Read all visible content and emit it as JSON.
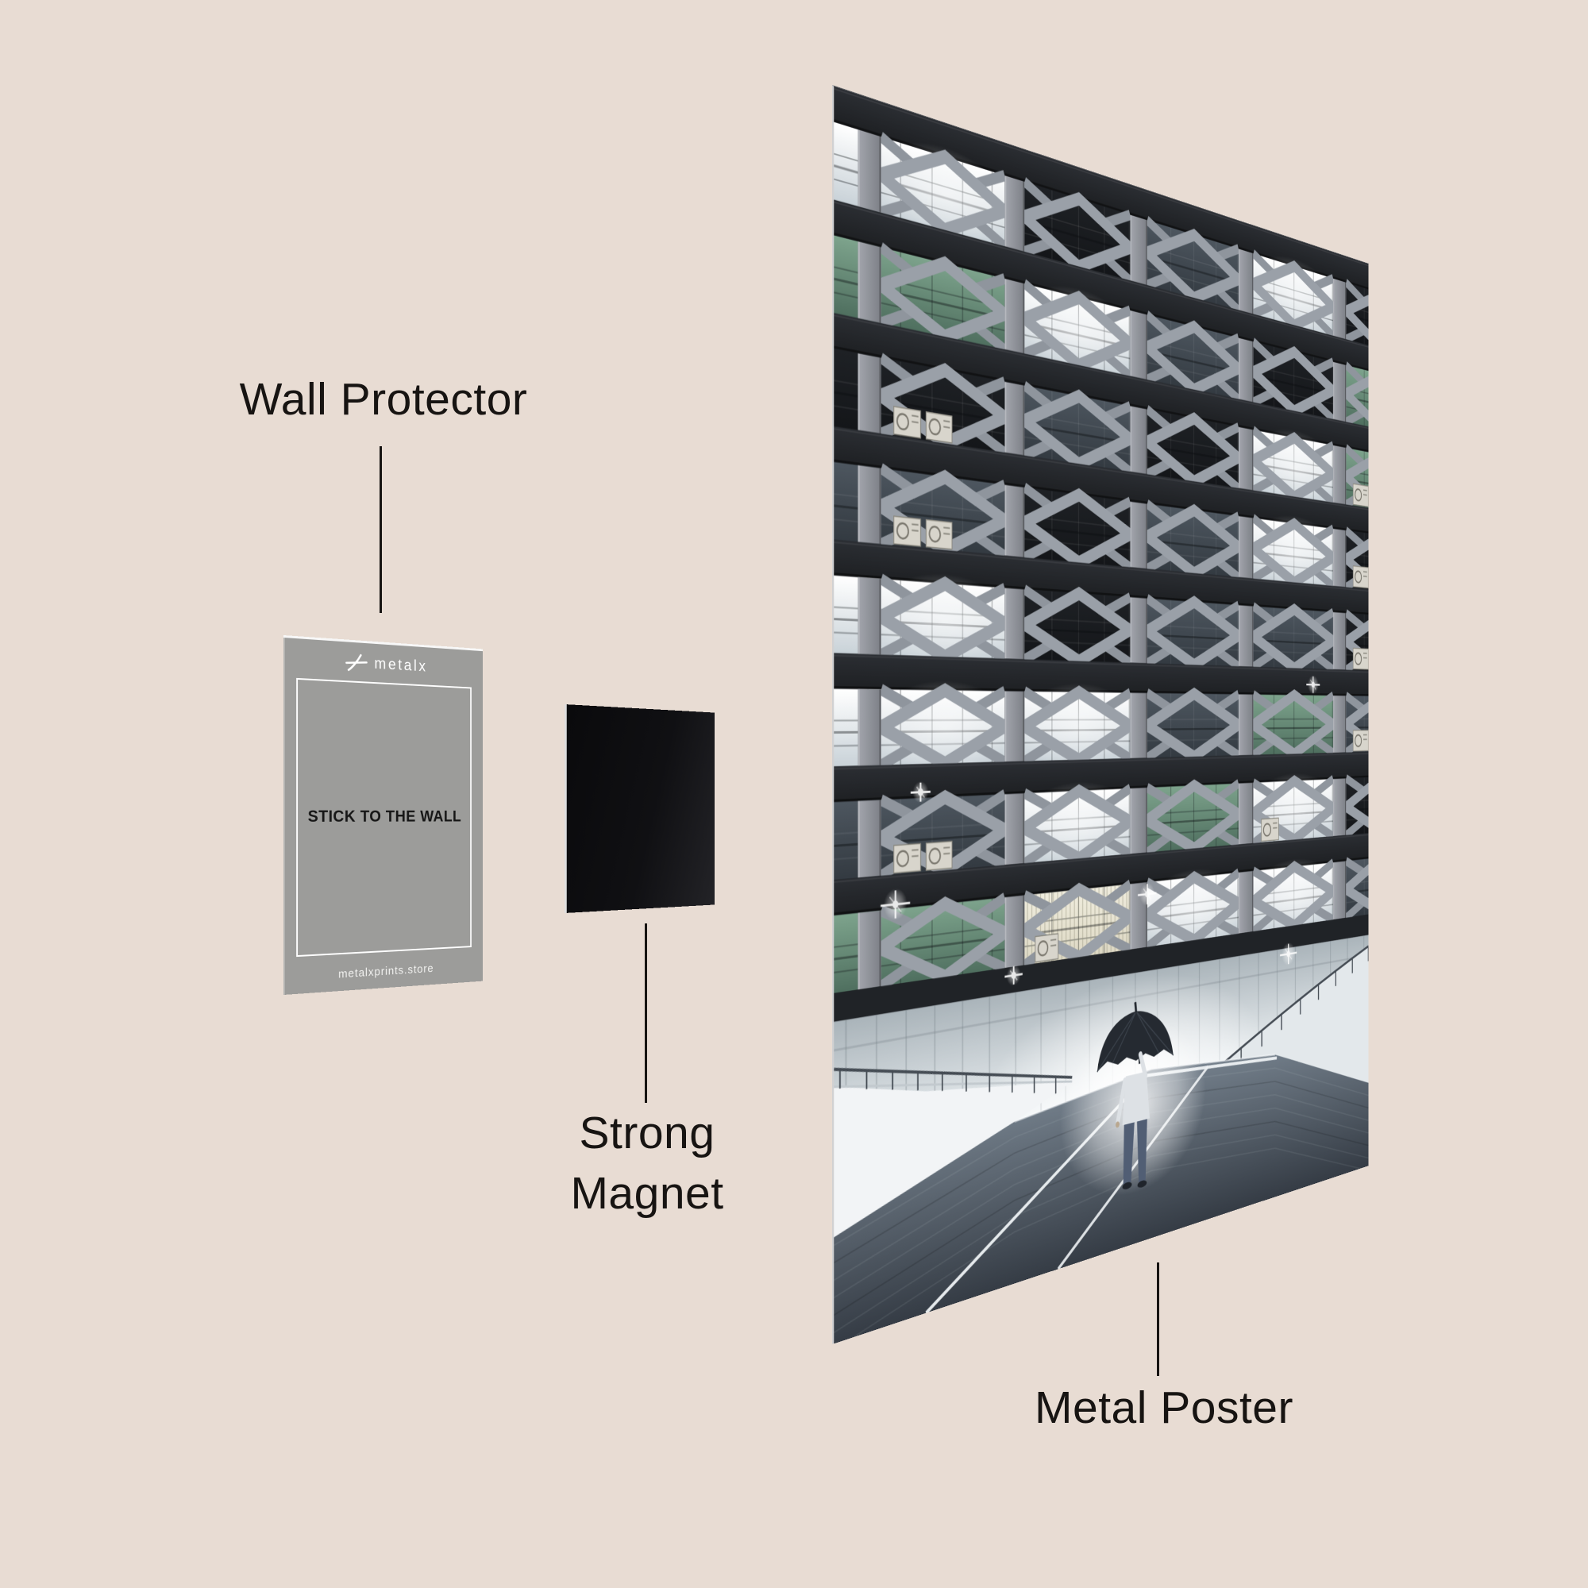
{
  "page": {
    "background_color": "#e8dcd3",
    "text_color": "#171412"
  },
  "labels": {
    "wall_protector": "Wall Protector",
    "strong_magnet": "Strong Magnet",
    "metal_poster": "Metal Poster"
  },
  "wall_protector_card": {
    "brand": "metalx",
    "center_text": "STICK TO THE WALL",
    "footer_text": "metalxprints.store",
    "card_color": "#9c9c9a",
    "brand_color": "#ffffff",
    "center_text_color": "#161616",
    "footer_text_color": "#f2f2f0"
  },
  "magnet": {
    "color": "#0a0a0c"
  },
  "poster": {
    "facade": {
      "rows": 8,
      "cols": 5,
      "cells": [
        [
          "bright",
          "dark",
          "dim",
          "bright",
          "dark"
        ],
        [
          "green",
          "bright",
          "dim",
          "dark",
          "green"
        ],
        [
          "dark",
          "dim",
          "dark",
          "bright",
          "green"
        ],
        [
          "dim",
          "dark",
          "dim",
          "bright",
          "dark"
        ],
        [
          "bright",
          "dark",
          "dim",
          "dim",
          "dark"
        ],
        [
          "bright",
          "bright",
          "dim",
          "green",
          "dim"
        ],
        [
          "dim",
          "bright",
          "green",
          "bright",
          "dark"
        ],
        [
          "green",
          "cream",
          "bright",
          "bright",
          "dim"
        ]
      ],
      "ac_units": [
        {
          "row": 2,
          "col": 0,
          "count": 2
        },
        {
          "row": 2,
          "col": 4,
          "count": 1
        },
        {
          "row": 3,
          "col": 0,
          "count": 2
        },
        {
          "row": 3,
          "col": 4,
          "count": 1
        },
        {
          "row": 4,
          "col": 4,
          "count": 1
        },
        {
          "row": 5,
          "col": 4,
          "count": 2
        },
        {
          "row": 6,
          "col": 0,
          "count": 2
        },
        {
          "row": 6,
          "col": 3,
          "count": 1
        },
        {
          "row": 7,
          "col": 1,
          "count": 1
        }
      ],
      "colors": {
        "beam_top": "#2b2e33",
        "beam_bottom": "#1e2023",
        "column_light": "#a3a6ad",
        "column_dark": "#7c7f86",
        "brace": "#9aa0a8",
        "stub": "#8f959d",
        "window_bright_top": "#ffffff",
        "window_bright_bottom": "#c9d2d8",
        "window_dim_top": "#4d565f",
        "window_dim_bottom": "#333a41",
        "window_dark_top": "#1e2125",
        "window_dark_bottom": "#141619",
        "window_green_top": "#7da38c",
        "window_green_bottom": "#4f6f5f",
        "window_cream_top": "#efecdd",
        "window_cream_bottom": "#ddd8c4",
        "ac_body": "#d8d5cc"
      }
    },
    "ground": {
      "door_glow_top": "#aab4ba",
      "door_glow_mid": "#f2f6f8",
      "door_glow_bottom": "#ffffff",
      "road_top": "#75818d",
      "road_bottom": "#353c45",
      "left_wall": "#f2f4f6",
      "right_wall": "#e3e8eb",
      "railing": "#454c54",
      "bollard": "#2b3037",
      "lane_line": "#eef2f4"
    },
    "person": {
      "umbrella": "#252a31",
      "umbrella_rib": "#3a414a",
      "shirt": "#dde1e5",
      "pants": "#515e74",
      "shoes": "#1f242b"
    }
  }
}
